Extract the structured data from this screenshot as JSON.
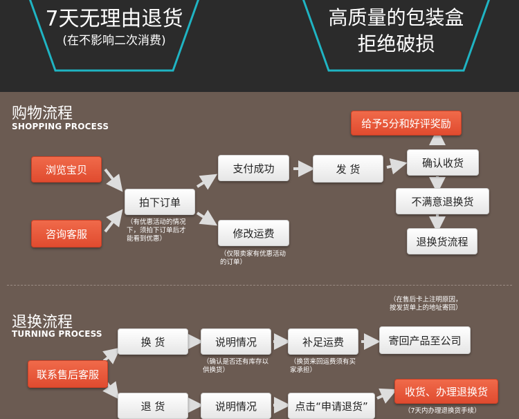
{
  "banner": {
    "left_title": "7天无理由退货",
    "left_sub": "(在不影响二次消费)",
    "right_line1": "高质量的包装盒",
    "right_line2": "拒绝破损"
  },
  "shopping": {
    "title": "购物流程",
    "subtitle": "SHOPPING PROCESS",
    "browse": "浏览宝贝",
    "consult": "咨询客服",
    "order": "拍下订单",
    "order_note": "（有优惠活动的情况下，须拍下订单后才能看到优惠）",
    "pay": "支付成功",
    "modify": "修改运费",
    "modify_note": "（仅限卖家有优惠活动的订单）",
    "ship": "发 货",
    "confirm": "确认收货",
    "reward": "给予5分和好评奖励",
    "unsatisfied": "不满意退换货",
    "return_flow": "退换货流程"
  },
  "turning": {
    "title": "退换流程",
    "subtitle": "TURNING PROCESS",
    "service": "联系售后客服",
    "exchange": "换 货",
    "explain1": "说明情况",
    "explain1_note": "（确认是否还有库存以供换货）",
    "supplement": "补足运费",
    "supplement_note": "（换货来回运费须有买家承担）",
    "send_back": "寄回产品至公司",
    "send_back_note": "（在售后卡上注明原因，按发货单上的地址寄回）",
    "refund": "退 货",
    "explain2": "说明情况",
    "apply": "点击“申请退货”",
    "receive": "收货、办理退换货",
    "receive_note": "（7天内办理退换货手续）"
  }
}
